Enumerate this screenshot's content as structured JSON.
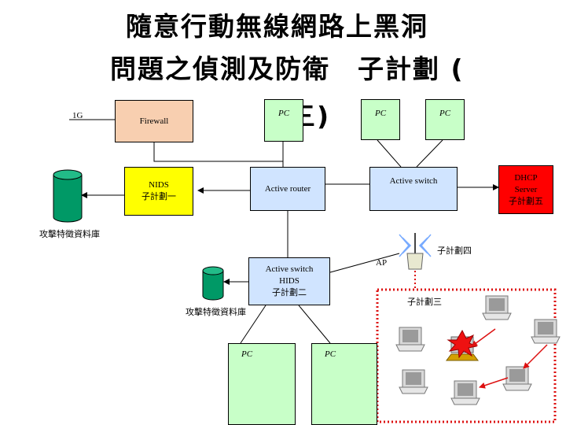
{
  "title": {
    "line1": "隨意行動無線網路上黑洞",
    "line2": "問題之偵測及防衛　子計劃 (",
    "line3": "三)"
  },
  "labels": {
    "link_1g": "1G",
    "firewall": "Firewall",
    "pc": "PC",
    "active_router": "Active router",
    "active_switch": "Active switch",
    "nids_line1": "NIDS",
    "nids_line2": "子計劃一",
    "dhcp_line1": "DHCP",
    "dhcp_line2": "Server",
    "dhcp_line3": "子計劃五",
    "attack_db": "攻擊特徵資料庫",
    "subproject4": "子計劃四",
    "ap": "AP",
    "hids_line1": "Active switch",
    "hids_line2": "HIDS",
    "hids_line3": "子計劃二",
    "subproject3": "子計劃三"
  },
  "colors": {
    "firewall_fill": "#f8cfb0",
    "pc_fill": "#c8ffc8",
    "node_fill": "#d0e4ff",
    "nids_fill": "#ffff00",
    "dhcp_fill": "#ff0000",
    "db_fill": "#009966",
    "zone_border": "#dd1111",
    "attack_arrow": "#dd1111"
  }
}
